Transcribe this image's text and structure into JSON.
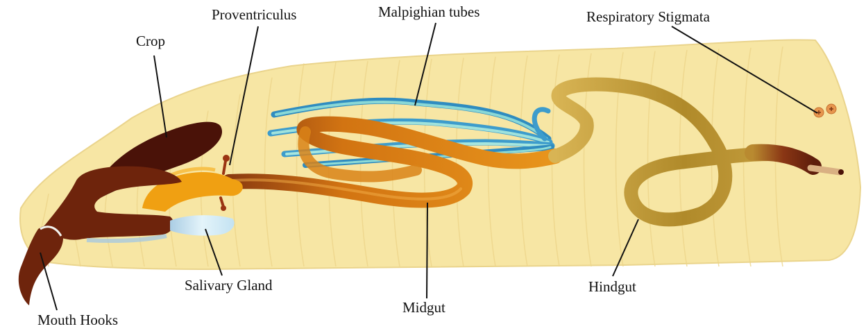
{
  "diagram": {
    "labels": {
      "crop": "Crop",
      "proventriculus": "Proventriculus",
      "malpighian_tubes": "Malpighian tubes",
      "respiratory_stigmata": "Respiratory Stigmata",
      "mouth_hooks": "Mouth Hooks",
      "salivary_gland": "Salivary Gland",
      "midgut": "Midgut",
      "hindgut": "Hindgut"
    }
  },
  "colors": {
    "body": "#f7e6a4",
    "segment_line": "#ecd48a",
    "crop": "#4a1208",
    "foregut": "#7a2a0c",
    "proventriculus": "#f0a012",
    "midgut": "#d27412",
    "midgut_dark": "#8a3a10",
    "malpighian": "#3d9ccc",
    "malpighian_light": "#86dcd6",
    "hindgut": "#bf9a30",
    "hindgut_end": "#8a3614",
    "salivary": "#cfe8f4",
    "stigmata": "#e7964e"
  }
}
